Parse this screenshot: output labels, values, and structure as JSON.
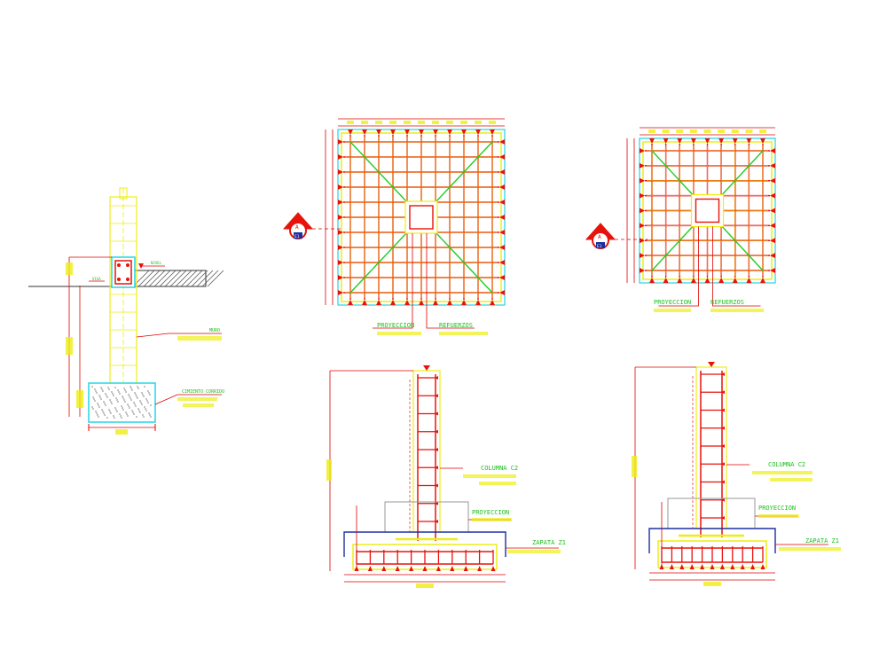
{
  "labels": {
    "viga": "VIGA",
    "nivel": "NIVEL",
    "muro": "MURO",
    "cimiento": "CIMIENTO CORRIDO",
    "proyeccion": "PROYECCION",
    "refuerzos": "REFUERZOS",
    "columna": "COLUMNA C2",
    "proyeccion_2": "PROYECCION",
    "zapata": "ZAPATA Z1",
    "section_mark": "A",
    "section_sheet": "E1"
  },
  "colors": {
    "rebar_red": "#e8120c",
    "frame_yellow": "#eeee14",
    "outline_cyan": "#22d6e6",
    "tie_green": "#22cc22",
    "leader_red": "#e00000",
    "blue_line": "#1c2fa0",
    "gray_line": "#999999",
    "text_green": "#1cc01c"
  }
}
